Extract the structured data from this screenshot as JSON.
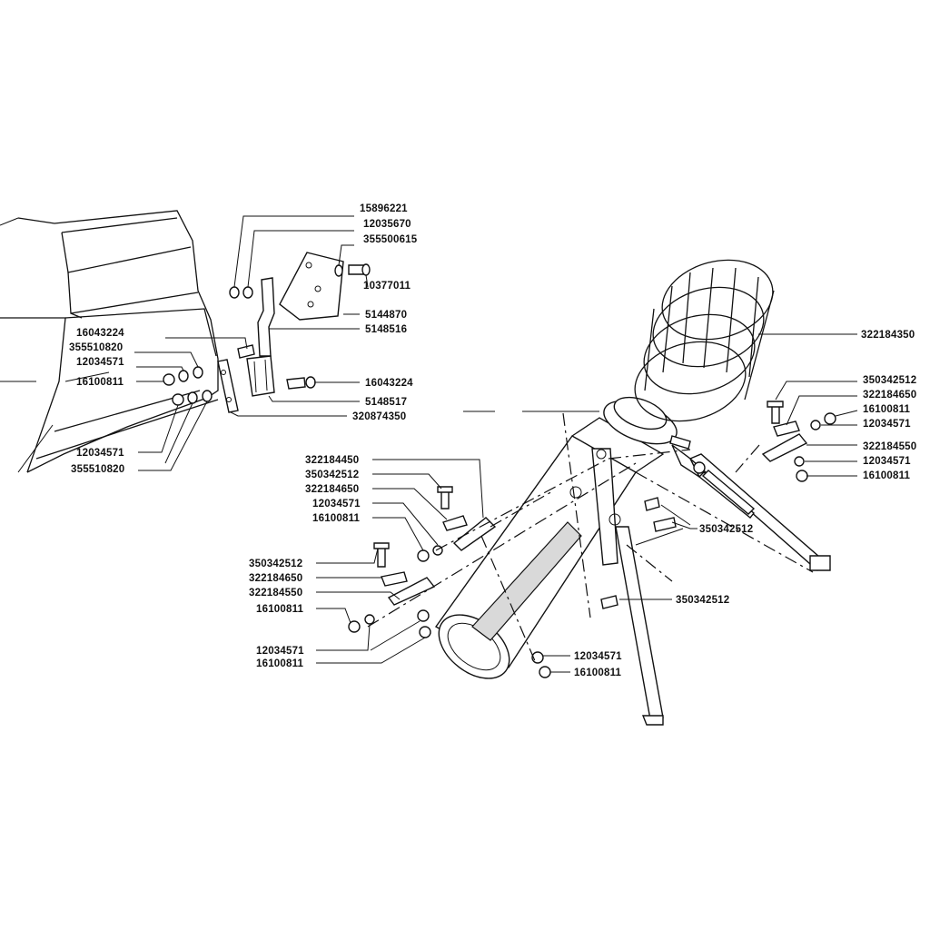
{
  "labels": {
    "l_15896221": "15896221",
    "l_12035670": "12035670",
    "l_355500615": "355500615",
    "l_10377011": "10377011",
    "l_5144870": "5144870",
    "l_5148516": "5148516",
    "l_16043224_a": "16043224",
    "l_355510820_a": "355510820",
    "l_12034571_a": "12034571",
    "l_16100811_a": "16100811",
    "l_16043224_b": "16043224",
    "l_5148517": "5148517",
    "l_320874350": "320874350",
    "l_12034571_b": "12034571",
    "l_355510820_b": "355510820",
    "l_322184350": "322184350",
    "l_350342512_r": "350342512",
    "l_322184650_r": "322184650",
    "l_16100811_r1": "16100811",
    "l_12034571_r1": "12034571",
    "l_322184550_r": "322184550",
    "l_12034571_r2": "12034571",
    "l_16100811_r2": "16100811",
    "l_322184450": "322184450",
    "l_350342512_m1": "350342512",
    "l_322184650_m1": "322184650",
    "l_12034571_m1": "12034571",
    "l_16100811_m1": "16100811",
    "l_350342512_m2": "350342512",
    "l_322184650_m2": "322184650",
    "l_322184550_m2": "322184550",
    "l_16100811_m2": "16100811",
    "l_12034571_m2": "12034571",
    "l_16100811_m3": "16100811",
    "l_350342512_c1": "350342512",
    "l_350342512_c2": "350342512",
    "l_12034571_c": "12034571",
    "l_16100811_c": "16100811"
  }
}
